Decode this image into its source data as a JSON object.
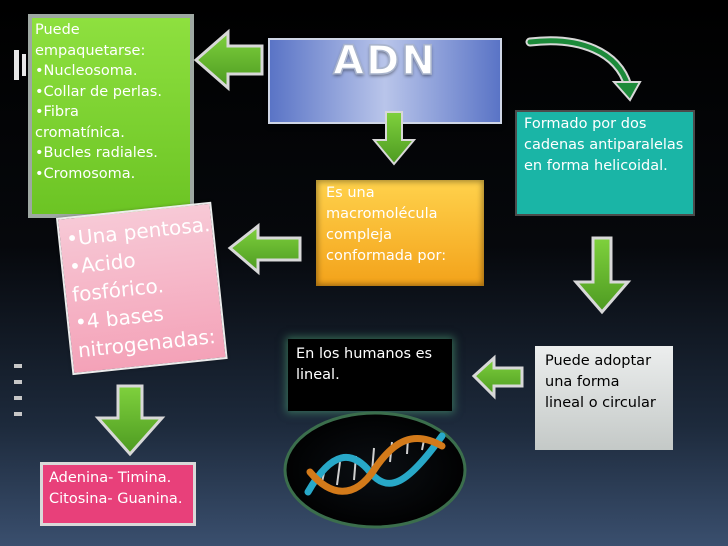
{
  "title": "ADN",
  "top_left": {
    "lines": [
      "Puede",
      "empaquetarse:",
      "•Nucleosoma.",
      "•Collar de perlas.",
      "•Fibra",
      "cromatínica.",
      "•Bucles radiales.",
      "•Cromosoma."
    ]
  },
  "right_box": {
    "text": "Formado por dos cadenas antiparalelas en forma helicoidal."
  },
  "center_box": {
    "text": "Es una macromolécula compleja conformada por:"
  },
  "pink_box": {
    "lines": [
      "•Una pentosa.",
      "•Acido",
      "fosfórico.",
      "•4 bases",
      "nitrogenadas:"
    ]
  },
  "humans_box": {
    "text": "En los humanos es lineal."
  },
  "form_box": {
    "text": "Puede adoptar una forma lineal o circular"
  },
  "bases_box": {
    "lines": [
      "Adenina- Timina.",
      "Citosina- Guanina."
    ]
  },
  "colors": {
    "green": "#7ed22f",
    "teal": "#1ab5a6",
    "orange": "#f7b21f",
    "pink": "#f4a9bf",
    "magenta": "#e8407a",
    "arrow_green": "#63b32c",
    "title_blue": "#8c9fdc"
  },
  "icons": [
    "dna-helix-icon",
    "arrow-left-icon",
    "arrow-down-icon",
    "curved-arrow-icon"
  ]
}
